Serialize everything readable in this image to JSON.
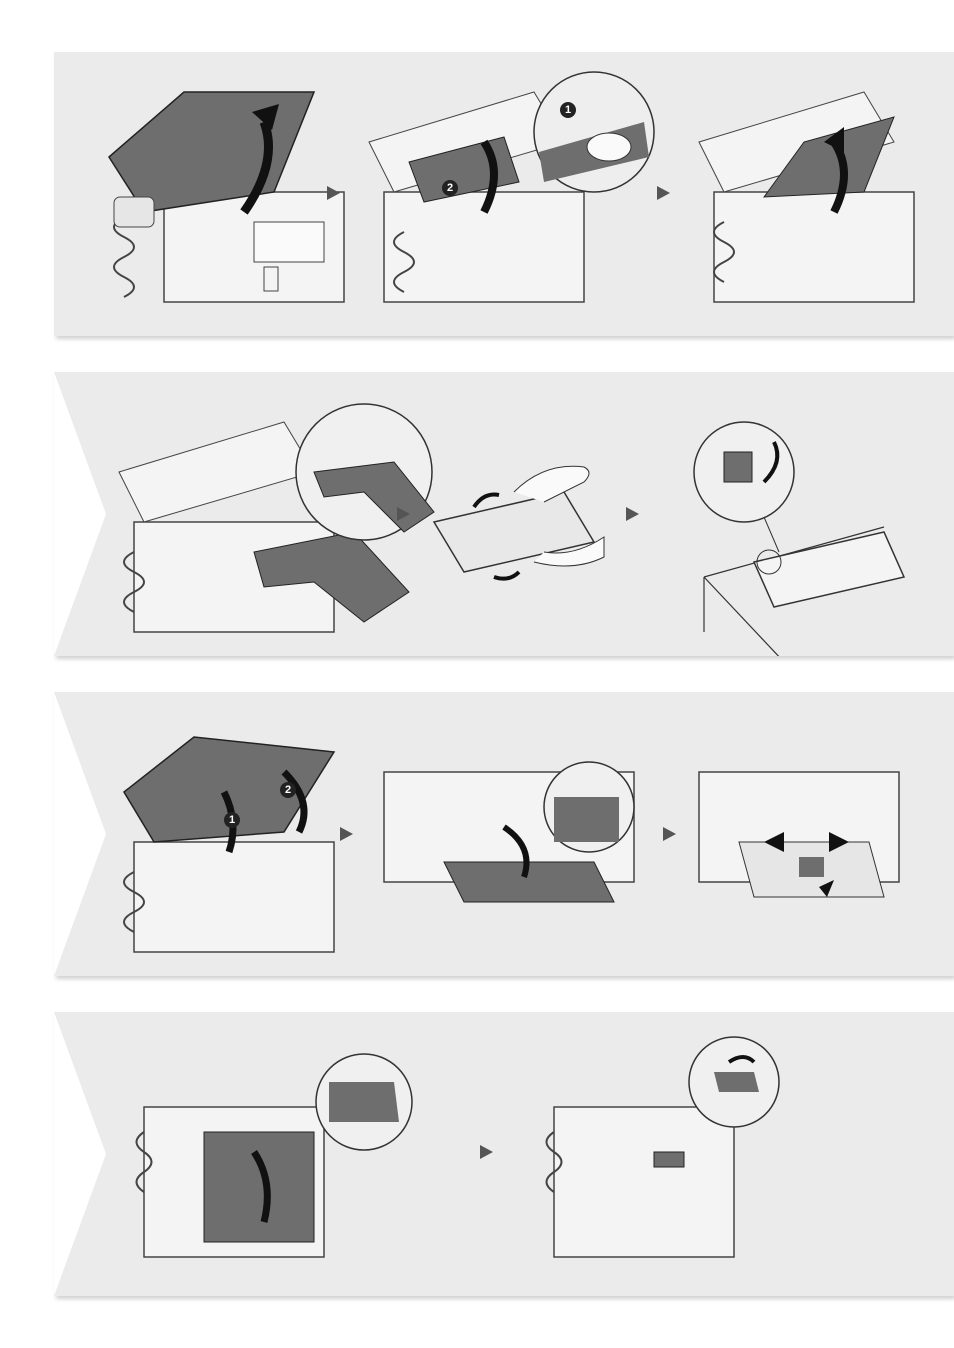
{
  "steps": {
    "row1": {
      "callout_marker": "1",
      "second_marker": "2"
    },
    "row3": {
      "marker_1": "1",
      "marker_2": "2"
    }
  },
  "icons": {
    "step_separator": "right-triangle-arrow",
    "rotation": "curved-arrow",
    "marker_style": "filled-black-circle"
  },
  "colors": {
    "panel_bg": "#ebebeb",
    "device_body": "#f4f4f4",
    "device_outline": "#444444",
    "dark_part": "#6e6e6e",
    "arrow_fill": "#1f1f1f"
  }
}
